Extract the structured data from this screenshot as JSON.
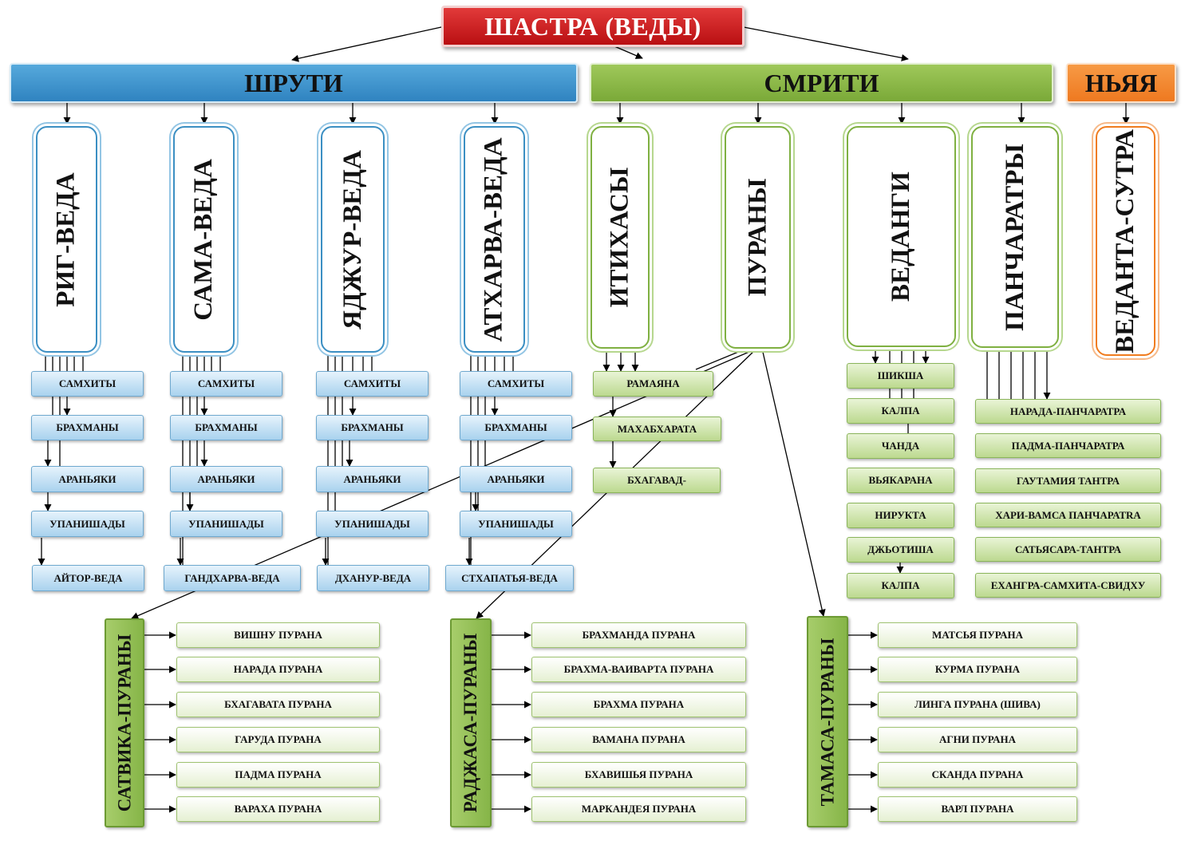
{
  "title": "ШАСТРА (ВЕДЫ)",
  "sections": {
    "shruti": "ШРУТИ",
    "smriti": "СМРИТИ",
    "nyaya": "НЬЯЯ"
  },
  "vedas": [
    "РИГ-ВЕДА",
    "САМА-ВЕДА",
    "ЯДЖУР-ВЕДА",
    "АТХАРВА-ВЕДА"
  ],
  "veda_parts": [
    "САМХИТЫ",
    "БРАХМАНЫ",
    "АРАНЬЯКИ",
    "УПАНИШАДЫ"
  ],
  "upavedas": [
    "АЙТОР-ВЕДА",
    "ГАНДХАРВА-ВЕДА",
    "ДХАНУР-ВЕДА",
    "СТХАПАТЬЯ-ВЕДА"
  ],
  "smriti": {
    "itihasas": "ИТИХАСЫ",
    "puranas": "ПУРАНЫ",
    "vedangas": "ВЕДАНГИ",
    "pancharatras": "ПАНЧАРАТРЫ"
  },
  "nyaya_item": "ВЕДАНТА-СУТРА",
  "itihasa_items": [
    "РАМАЯНА",
    "МАХАБХАРАТА",
    "БХАГАВАД-"
  ],
  "vedanga_items": [
    "ШИКША",
    "КАЛПА",
    "ЧАНДА",
    "ВЬЯКАРАНА",
    "НИРУКТА",
    "ДЖЬОТИША",
    "КАЛПА"
  ],
  "pancharatra_items": [
    "НАРАДА-ПАНЧАРАТРА",
    "ПАДМА-ПАНЧАРАТРА",
    "ГАУТАМИЯ ТАНТРА",
    "ХАРИ-ВАМСА ПАНЧАРАТRA",
    "САТЬЯСАРА-ТАНТРА",
    "ЕХАНГРА-САМХИТА-СВИДХУ"
  ],
  "purana_groups": [
    {
      "label": "САТВИКА-ПУРАНЫ",
      "items": [
        "ВИШНУ ПУРАНА",
        "НАРАДА ПУРАНА",
        "БХАГАВАТА ПУРАНА",
        "ГАРУДА ПУРАНА",
        "ПАДМА ПУРАНА",
        "ВАРАХА ПУРАНА"
      ]
    },
    {
      "label": "РАДЖАСА-ПУРАНЫ",
      "items": [
        "БРАХМАНДА ПУРАНА",
        "БРАХМА-ВАИВАРТА ПУРАНА",
        "БРАХМА ПУРАНА",
        "ВАМАНА ПУРАНА",
        "БХАВИШЬЯ ПУРАНА",
        "МАРКАНДЕЯ ПУРАНА"
      ]
    },
    {
      "label": "ТАМАСА-ПУРАНЫ",
      "items": [
        "МАТСЬЯ ПУРАНА",
        "КУРМА ПУРАНА",
        "ЛИНГА ПУРАНА  (ШИВА)",
        "АГНИ ПУРАНА",
        "СКАНДА ПУРАНА",
        "ВАРЛ ПУРАНА"
      ]
    }
  ],
  "colors": {
    "root": "#c8161b",
    "shruti": "#3d8fc9",
    "smriti": "#8cb94b",
    "nyaya": "#f07c1f",
    "line": "#000000"
  }
}
